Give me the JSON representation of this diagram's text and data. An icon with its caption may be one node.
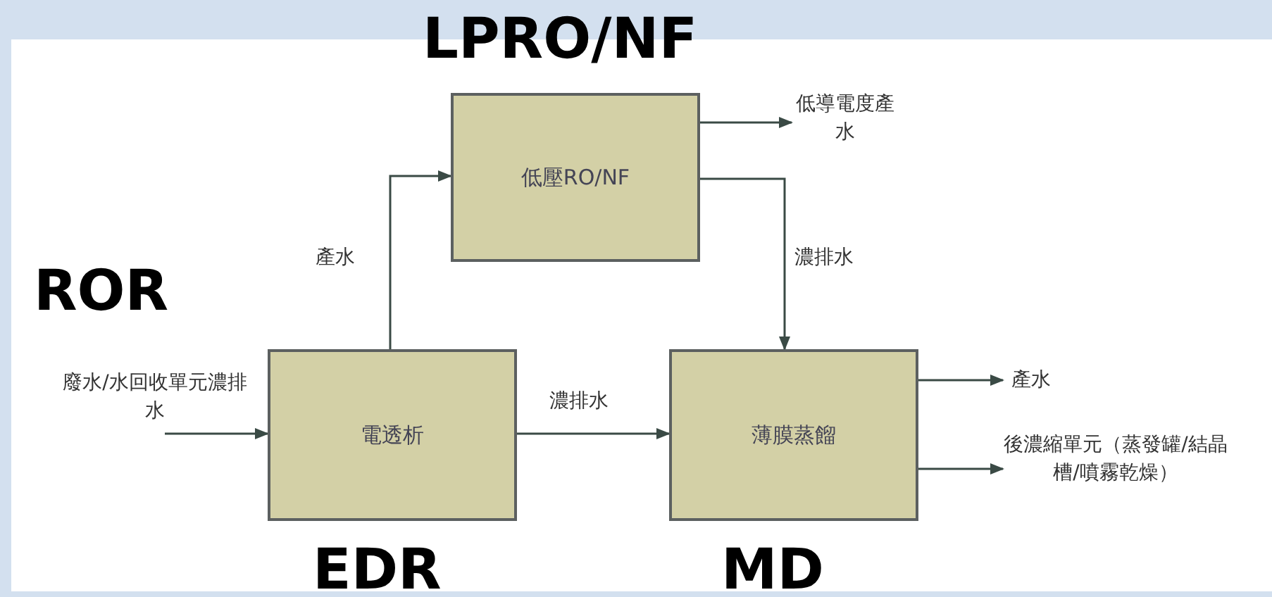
{
  "diagram": {
    "nodes": [
      {
        "text": [
          "電透析"
        ],
        "beside": [
          "EDR"
        ]
      },
      {
        "text": [
          "低壓RO/NF"
        ],
        "beside": [
          "LPRO/NF"
        ]
      },
      {
        "text": [
          "薄膜蒸餾"
        ],
        "beside": [
          "MD"
        ]
      },
      {
        "text": [
          "廢水/水回收單元濃排水"
        ]
      },
      {
        "text": [
          "低導電度產水"
        ]
      },
      {
        "text": [
          "產水"
        ]
      },
      {
        "text": [
          "後濃縮單元（蒸發罐/結晶槽/噴霧乾燥）"
        ]
      }
    ],
    "edges": [
      {
        "from": 0,
        "to": 1,
        "arrow": "to",
        "label": "產水"
      },
      {
        "from": 1,
        "to": 2,
        "arrow": "to",
        "label": "濃排水"
      },
      {
        "from": 0,
        "to": 2,
        "arrow": "to",
        "label": "濃排水"
      },
      {
        "from": 3,
        "to": 0,
        "arrow": "to"
      },
      {
        "from": 1,
        "to": 4,
        "arrow": "to"
      },
      {
        "from": 2,
        "to": 5,
        "arrow": "to"
      },
      {
        "from": 2,
        "to": 6,
        "arrow": "to"
      }
    ],
    "labels": [
      "ROR"
    ]
  }
}
